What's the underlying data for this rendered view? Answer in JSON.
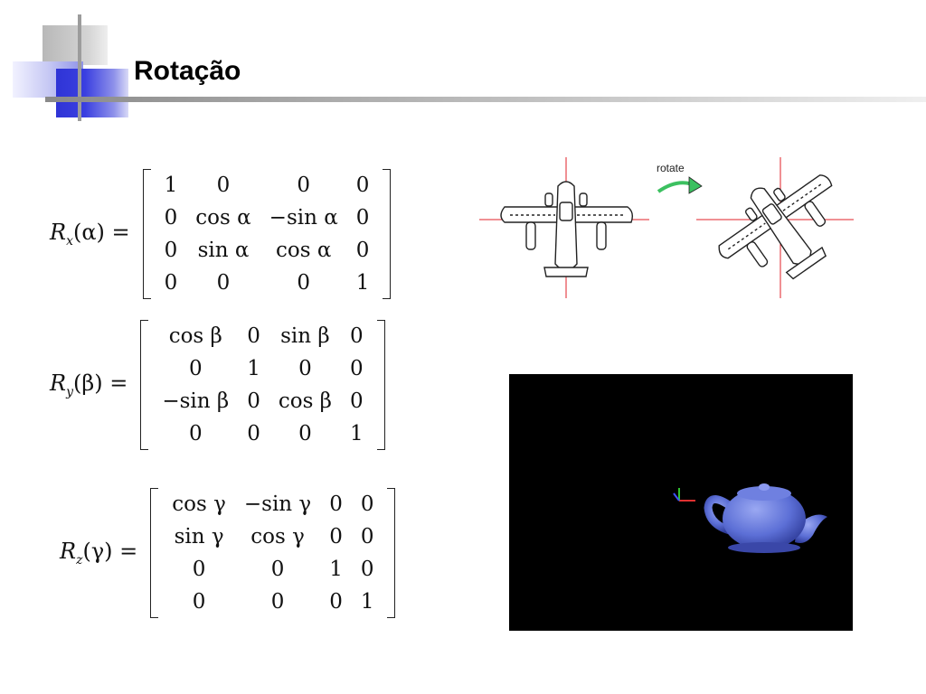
{
  "slide": {
    "title": "Rotação"
  },
  "matrices": {
    "rx": {
      "symbol": "R",
      "axis": "x",
      "argument": "(α) =",
      "rows": [
        [
          "1",
          "0",
          "0",
          "0"
        ],
        [
          "0",
          "cos α",
          "−sin α",
          "0"
        ],
        [
          "0",
          "sin α",
          "cos α",
          "0"
        ],
        [
          "0",
          "0",
          "0",
          "1"
        ]
      ]
    },
    "ry": {
      "symbol": "R",
      "axis": "y",
      "argument": "(β) =",
      "rows": [
        [
          "cos β",
          "0",
          "sin β",
          "0"
        ],
        [
          "0",
          "1",
          "0",
          "0"
        ],
        [
          "−sin β",
          "0",
          "cos β",
          "0"
        ],
        [
          "0",
          "0",
          "0",
          "1"
        ]
      ]
    },
    "rz": {
      "symbol": "R",
      "axis": "z",
      "argument": "(γ) =",
      "rows": [
        [
          "cos γ",
          "−sin γ",
          "0",
          "0"
        ],
        [
          "sin γ",
          "cos γ",
          "0",
          "0"
        ],
        [
          "0",
          "0",
          "1",
          "0"
        ],
        [
          "0",
          "0",
          "0",
          "1"
        ]
      ]
    }
  },
  "figure_planes": {
    "arrow_label": "rotate",
    "crosshair_color": "#e0202a",
    "arrow_color": "#3cc060"
  },
  "figure_teapot": {
    "background": "#000000",
    "teapot_color": "#5c6fd6"
  }
}
